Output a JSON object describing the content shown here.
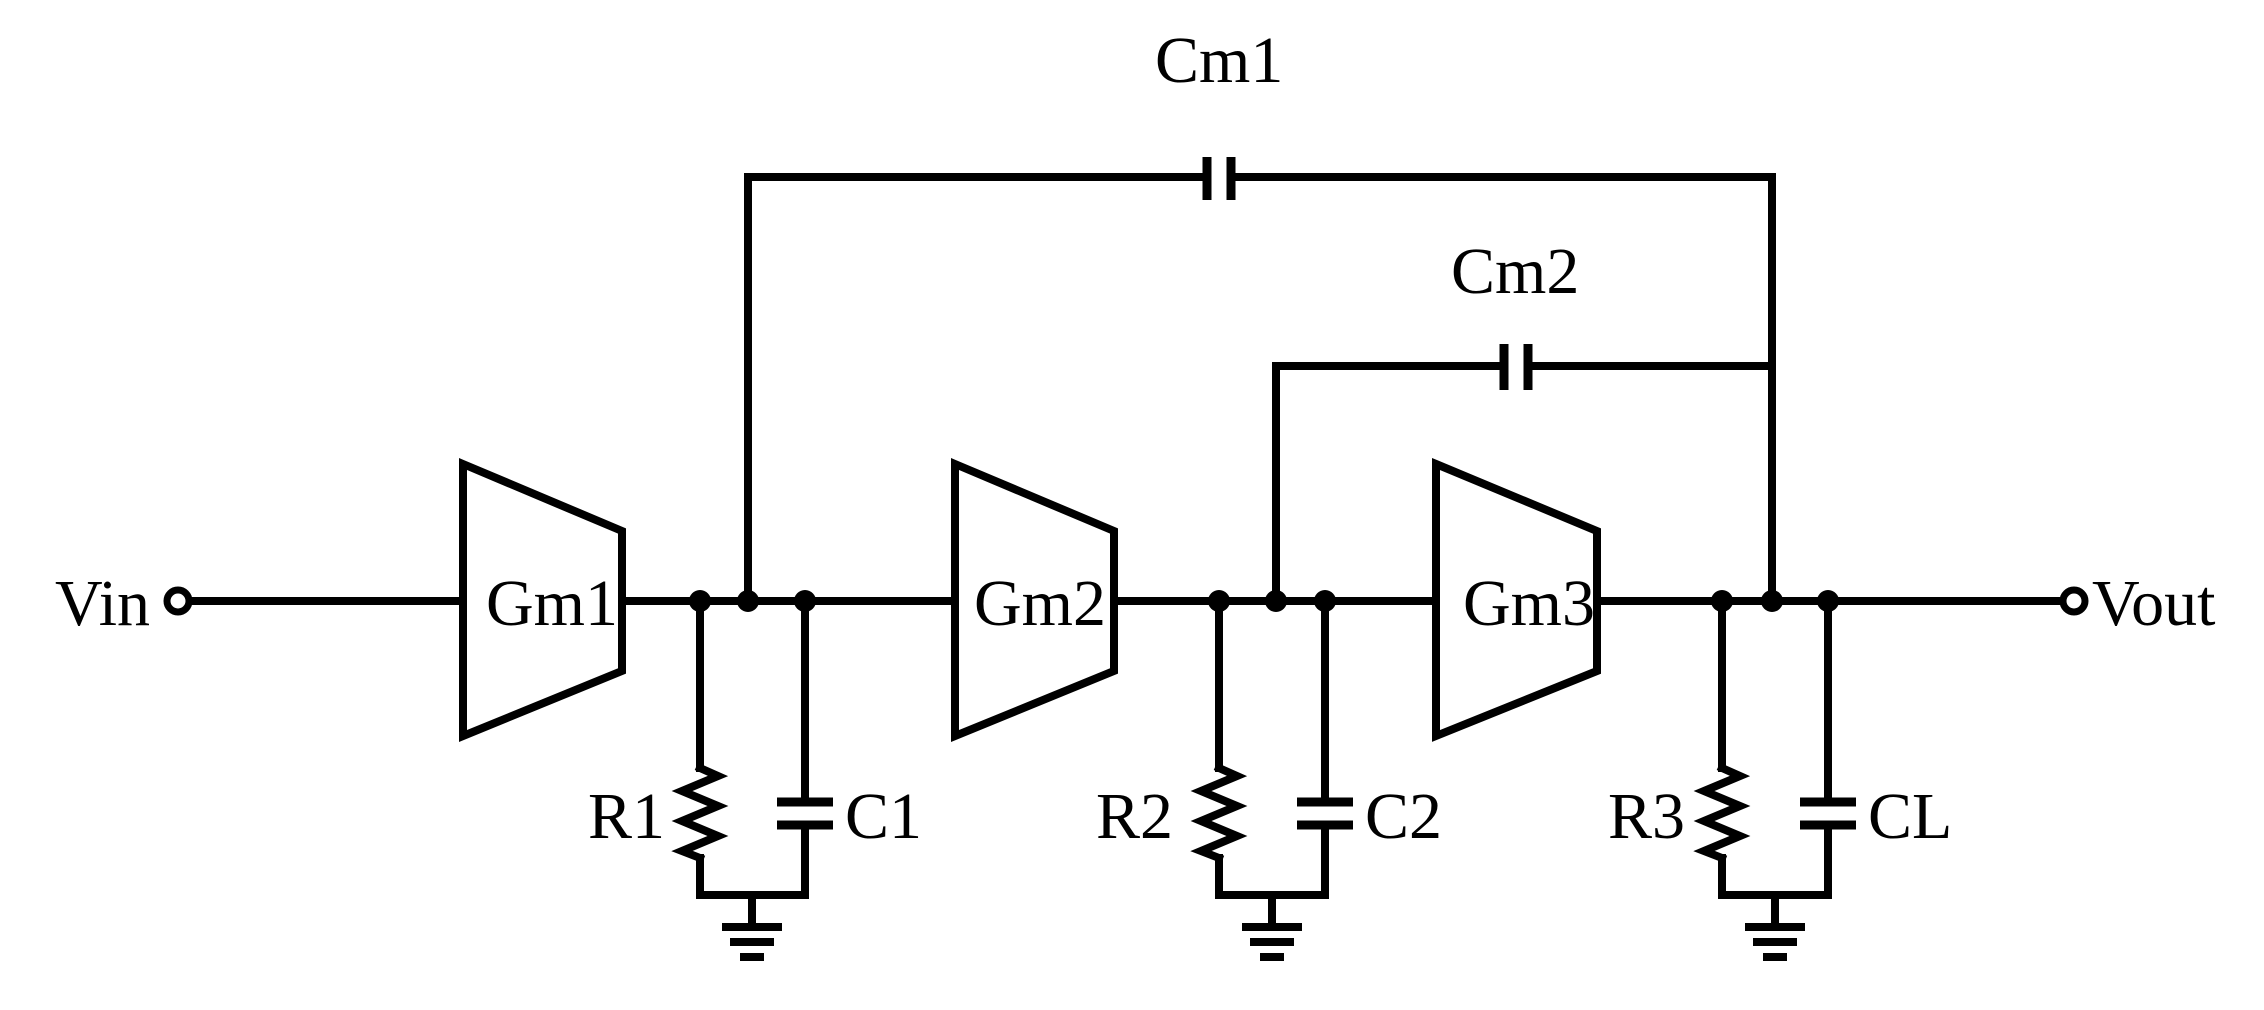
{
  "labels": {
    "vin": "Vin",
    "vout": "Vout",
    "gm1": "Gm1",
    "gm2": "Gm2",
    "gm3": "Gm3",
    "cm1": "Cm1",
    "cm2": "Cm2",
    "r1": "R1",
    "r2": "R2",
    "r3": "R3",
    "c1": "C1",
    "c2": "C2",
    "cl": "CL"
  }
}
